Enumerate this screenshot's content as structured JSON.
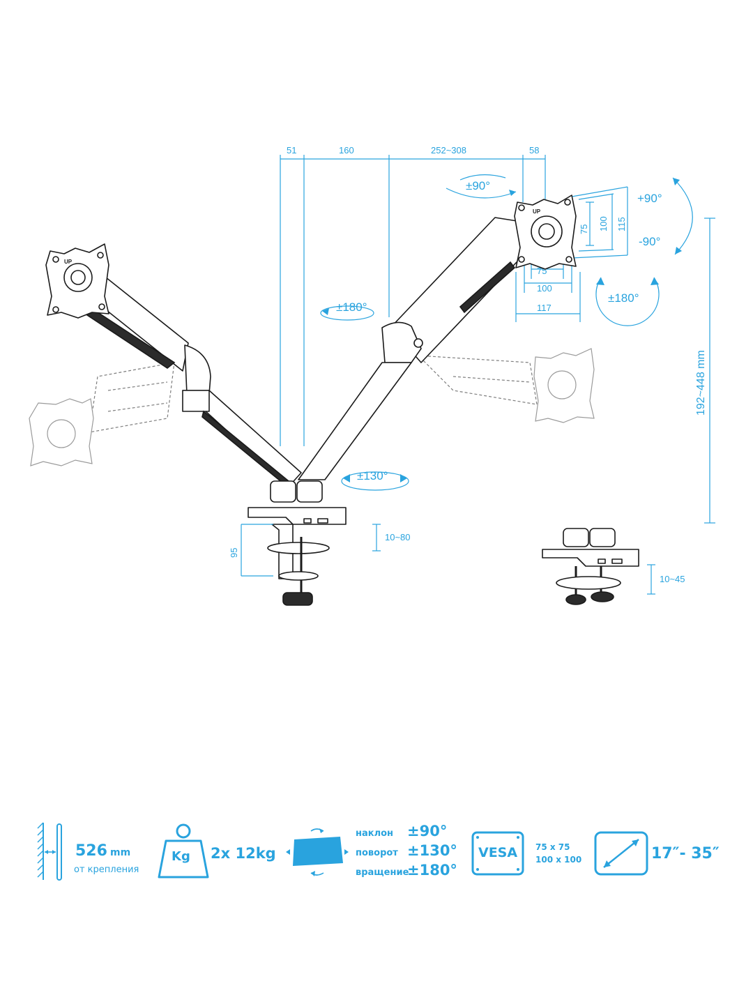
{
  "dimensions": {
    "top": [
      "51",
      "160",
      "252~308",
      "58"
    ],
    "vesa_inner": [
      "75",
      "100",
      "115"
    ],
    "vesa_bottom": [
      "75",
      "100",
      "117"
    ],
    "height_range": "192~448 mm",
    "clamp_height": "95",
    "clamp_range": "10~80",
    "grommet_range": "10~45"
  },
  "angles": {
    "rotate_top": "±90°",
    "tilt_up": "+90°",
    "tilt_down": "-90°",
    "swivel_right": "±180°",
    "swivel_mid": "±180°",
    "base_swivel": "±130°"
  },
  "labels": {
    "up": "UP"
  },
  "specs": {
    "reach_value": "526",
    "reach_unit": "mm",
    "reach_caption": "от крепления",
    "weight_icon_label": "Kg",
    "weight_value": "2x 12kg",
    "motion_labels": [
      "наклон",
      "поворот",
      "вращение"
    ],
    "motion_values": [
      "±90°",
      "±130°",
      "±180°"
    ],
    "vesa_label": "VESA",
    "vesa_sizes": [
      "75 x 75",
      "100 x 100"
    ],
    "screen_range": "17″- 35″"
  },
  "colors": {
    "accent": "#29a3de",
    "line": "#1a1a1a"
  }
}
